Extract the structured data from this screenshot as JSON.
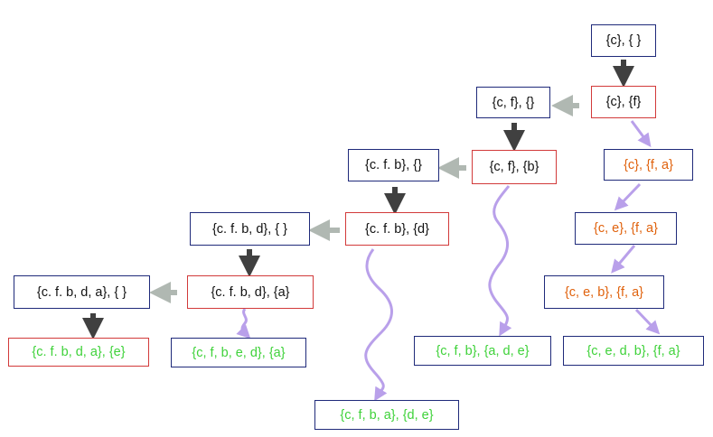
{
  "colors": {
    "blue_border": "#1f2a7a",
    "red_border": "#d23a3a",
    "text_black": "#111111",
    "text_orange": "#e0620d",
    "text_green": "#3fd23a",
    "arrow_dark": "#404040",
    "arrow_gray": "#b0b8b2",
    "arrow_purple": "#b9a0ea"
  },
  "nodes": {
    "n1": "{c},  { }",
    "n2": "{c},  {f}",
    "n3": "{c, f},  {}",
    "n4": "{c, f},  {b}",
    "n5": "{c},  {f, a}",
    "n6": "{c. f. b},  {}",
    "n7": "{c. f. b},  {d}",
    "n8": "{c, e},  {f, a}",
    "n9": "{c. f. b, d},  { }",
    "n10": "{c. f. b, d},  {a}",
    "n11": "{c, e, b},  {f, a}",
    "n12": "{c. f. b, d, a},  { }",
    "n13": "{c. f. b, d, a},  {e}",
    "n14": "{c, f, b, e, d},  {a}",
    "n15": "{c, f, b},  {a, d, e}",
    "n16": "{c, e, d,  b},  {f, a}",
    "n17": "{c, f, b, a},  {d, e}"
  }
}
